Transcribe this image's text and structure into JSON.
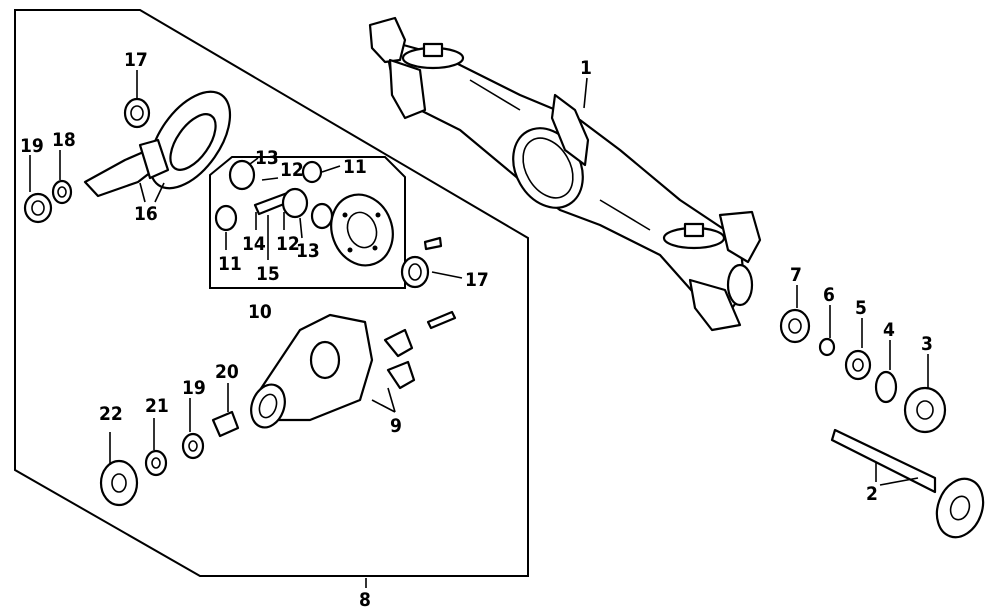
{
  "callouts": [
    {
      "id": "1",
      "text": "1"
    },
    {
      "id": "2",
      "text": "2"
    },
    {
      "id": "3",
      "text": "3"
    },
    {
      "id": "4",
      "text": "4"
    },
    {
      "id": "5",
      "text": "5"
    },
    {
      "id": "6",
      "text": "6"
    },
    {
      "id": "7",
      "text": "7"
    },
    {
      "id": "8",
      "text": "8"
    },
    {
      "id": "9",
      "text": "9"
    },
    {
      "id": "10",
      "text": "10"
    },
    {
      "id": "11a",
      "text": "11"
    },
    {
      "id": "11b",
      "text": "11"
    },
    {
      "id": "12a",
      "text": "12"
    },
    {
      "id": "12b",
      "text": "12"
    },
    {
      "id": "13a",
      "text": "13"
    },
    {
      "id": "13b",
      "text": "13"
    },
    {
      "id": "14",
      "text": "14"
    },
    {
      "id": "15",
      "text": "15"
    },
    {
      "id": "16",
      "text": "16"
    },
    {
      "id": "17a",
      "text": "17"
    },
    {
      "id": "17b",
      "text": "17"
    },
    {
      "id": "18",
      "text": "18"
    },
    {
      "id": "19a",
      "text": "19"
    },
    {
      "id": "19b",
      "text": "19"
    },
    {
      "id": "20",
      "text": "20"
    },
    {
      "id": "21",
      "text": "21"
    },
    {
      "id": "22",
      "text": "22"
    }
  ]
}
